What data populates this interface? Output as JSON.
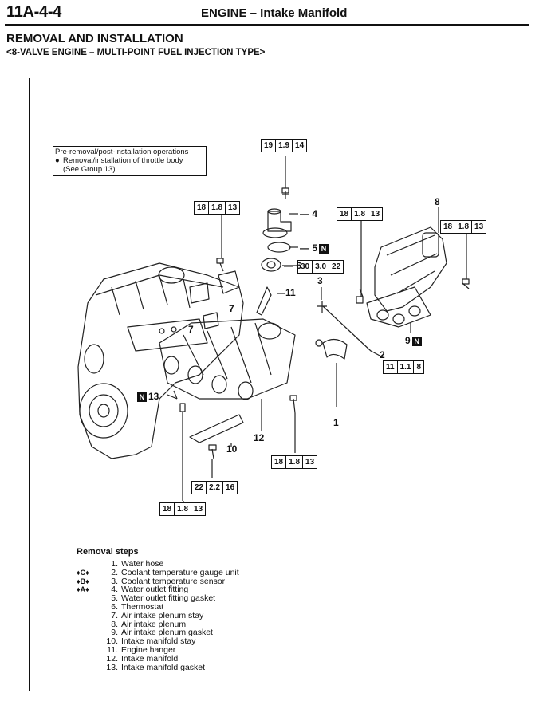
{
  "header": {
    "code": "11A-4-4",
    "title": "ENGINE – Intake Manifold"
  },
  "section": {
    "title": "REMOVAL AND INSTALLATION",
    "subtitle": "<8-VALVE ENGINE – MULTI-POINT FUEL INJECTION TYPE>"
  },
  "note": {
    "lines": [
      "Pre-removal/post-installation operations"
    ],
    "bullet": "Removal/installation of throttle body",
    "bullet_cont": "(See Group 13)."
  },
  "torques": [
    {
      "id": "t1",
      "values": [
        "19",
        "1.9",
        "14"
      ]
    },
    {
      "id": "t2",
      "values": [
        "18",
        "1.8",
        "13"
      ]
    },
    {
      "id": "t3",
      "values": [
        "18",
        "1.8",
        "13"
      ]
    },
    {
      "id": "t4",
      "values": [
        "18",
        "1.8",
        "13"
      ]
    },
    {
      "id": "t5",
      "values": [
        "30",
        "3.0",
        "22"
      ]
    },
    {
      "id": "t6",
      "values": [
        "11",
        "1.1",
        "8"
      ]
    },
    {
      "id": "t7",
      "values": [
        "18",
        "1.8",
        "13"
      ]
    },
    {
      "id": "t8",
      "values": [
        "22",
        "2.2",
        "16"
      ]
    },
    {
      "id": "t9",
      "values": [
        "18",
        "1.8",
        "13"
      ]
    }
  ],
  "callouts": {
    "c1": "1",
    "c2": "2",
    "c3": "3",
    "c4": "4",
    "c5": "5",
    "c6": "6",
    "c7a": "7",
    "c7b": "7",
    "c8": "8",
    "c9": "9",
    "c10": "10",
    "c11": "11",
    "c12": "12",
    "c13": "13",
    "n": "N"
  },
  "steps_title": "Removal steps",
  "steps": [
    {
      "mark": "",
      "num": "1.",
      "text": "Water hose"
    },
    {
      "mark": "♦C♦",
      "num": "2.",
      "text": "Coolant temperature gauge unit"
    },
    {
      "mark": "♦B♦",
      "num": "3.",
      "text": "Coolant temperature sensor"
    },
    {
      "mark": "♦A♦",
      "num": "4.",
      "text": "Water outlet fitting"
    },
    {
      "mark": "",
      "num": "5.",
      "text": "Water outlet fitting gasket"
    },
    {
      "mark": "",
      "num": "6.",
      "text": "Thermostat"
    },
    {
      "mark": "",
      "num": "7.",
      "text": "Air intake plenum stay"
    },
    {
      "mark": "",
      "num": "8.",
      "text": "Air intake plenum"
    },
    {
      "mark": "",
      "num": "9.",
      "text": "Air intake plenum gasket"
    },
    {
      "mark": "",
      "num": "10.",
      "text": "Intake manifold stay"
    },
    {
      "mark": "",
      "num": "11.",
      "text": "Engine hanger"
    },
    {
      "mark": "",
      "num": "12.",
      "text": "Intake manifold"
    },
    {
      "mark": "",
      "num": "13.",
      "text": "Intake manifold gasket"
    }
  ]
}
